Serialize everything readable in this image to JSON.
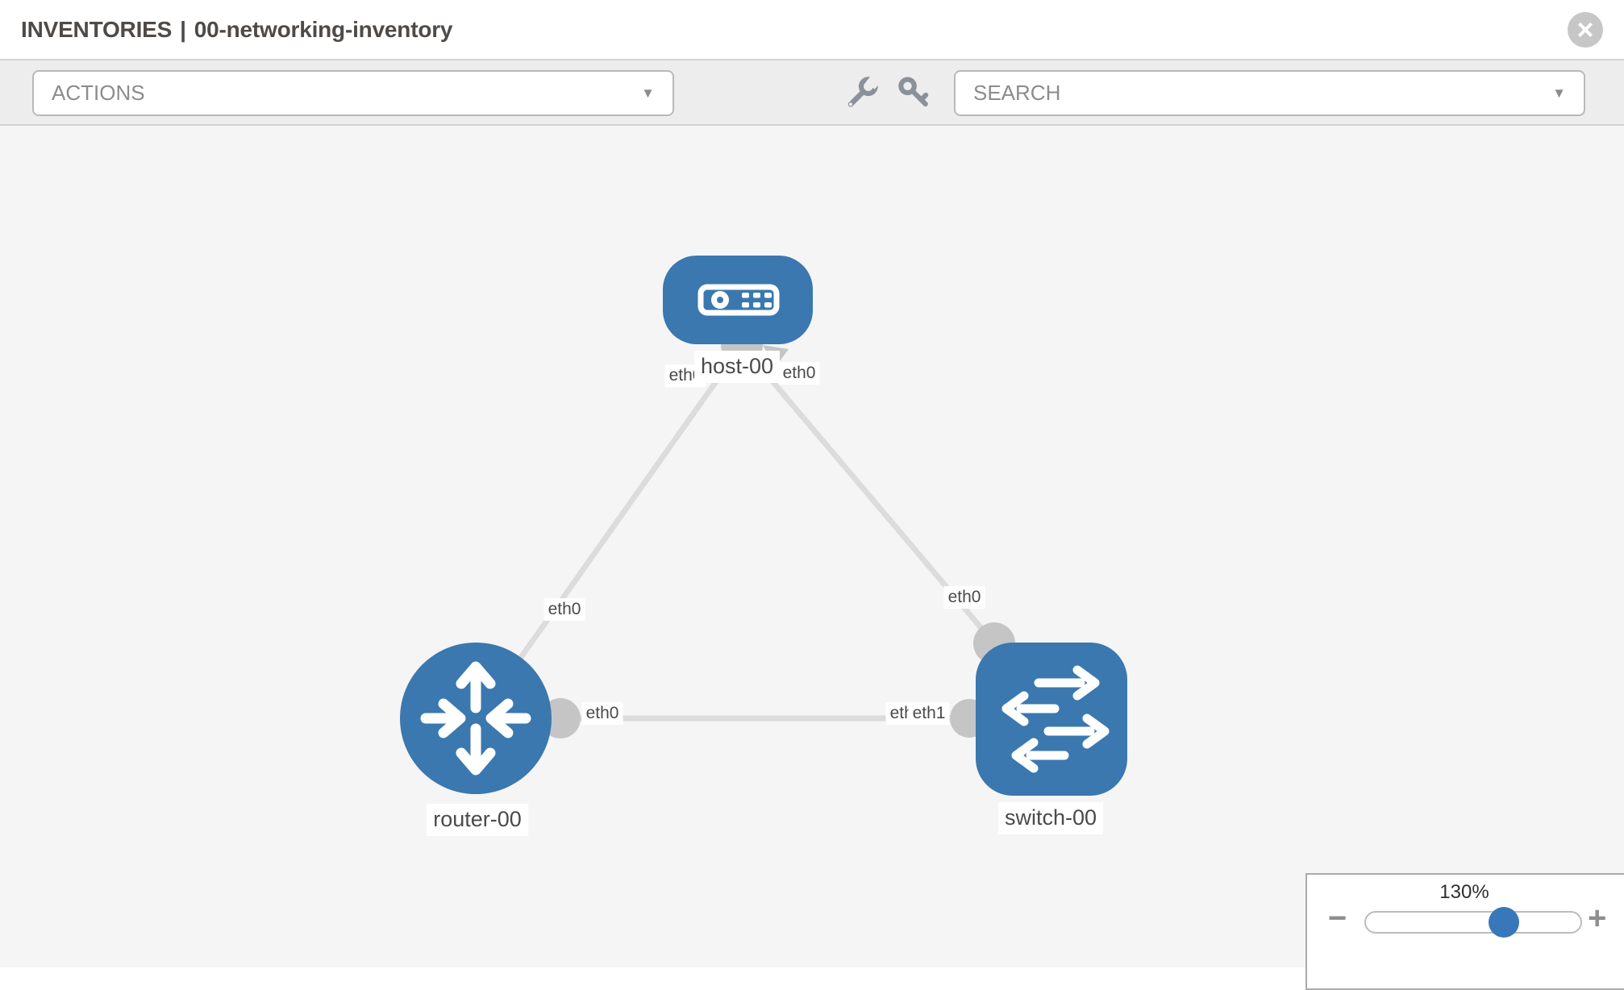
{
  "header": {
    "context": "INVENTORIES",
    "separator": "|",
    "inventory_name": "00-networking-inventory",
    "close_glyph": "×"
  },
  "toolbar": {
    "actions_label": "ACTIONS",
    "search_label": "SEARCH",
    "chevron_glyph": "▼",
    "icons": [
      "wrench-icon",
      "key-icon"
    ]
  },
  "diagram": {
    "nodes": [
      {
        "id": "host-00",
        "type": "host",
        "label": "host-00"
      },
      {
        "id": "router-00",
        "type": "router",
        "label": "router-00"
      },
      {
        "id": "switch-00",
        "type": "switch",
        "label": "switch-00"
      }
    ],
    "links": [
      {
        "from": "host-00",
        "to": "router-00",
        "from_interface": "eth0",
        "to_interface": "eth0"
      },
      {
        "from": "host-00",
        "to": "switch-00",
        "from_interface": "eth0",
        "to_interface": "eth0"
      },
      {
        "from": "router-00",
        "to": "switch-00",
        "from_interface": "eth0",
        "to_interface": "eth1"
      }
    ],
    "overlapped_interface_label": "eth0"
  },
  "zoom_panel": {
    "level": "130%",
    "minus_glyph": "−",
    "plus_glyph": "+"
  },
  "colors": {
    "node_blue": "#3a78af",
    "thumb_blue": "#3878ba",
    "edge_gray": "#dcdcdc",
    "port_gray": "#c5c5c5",
    "canvas_bg": "#f5f5f5",
    "toolbar_bg": "#ededed",
    "label_text": "#4a4a4a",
    "title_text": "#4e4a47",
    "icon_gray": "#8b9199"
  }
}
